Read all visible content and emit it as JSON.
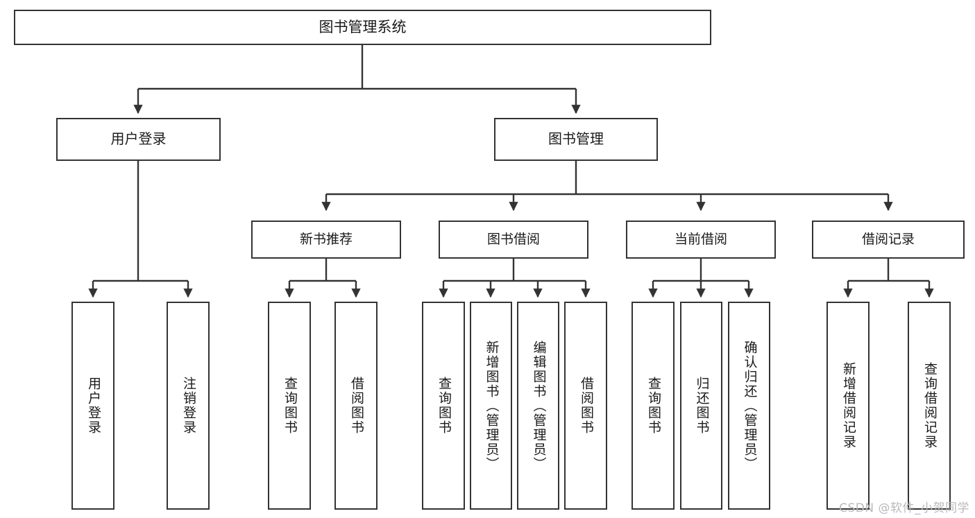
{
  "diagram": {
    "title": "图书管理系统",
    "watermark": "CSDN @软件_小贺同学",
    "colors": {
      "box_border": "#333333",
      "box_fill": "#ffffff",
      "connector": "#333333",
      "text": "#1a1a1a",
      "watermark": "#b9b9b9"
    },
    "nodes": {
      "root": {
        "label": "图书管理系统",
        "level": 0
      },
      "user_login": {
        "label": "用户登录",
        "level": 1
      },
      "book_manage": {
        "label": "图书管理",
        "level": 1
      },
      "new_book_rec": {
        "label": "新书推荐",
        "level": 2
      },
      "book_borrow": {
        "label": "图书借阅",
        "level": 2
      },
      "current_borrow": {
        "label": "当前借阅",
        "level": 2
      },
      "borrow_record": {
        "label": "借阅记录",
        "level": 2
      },
      "leaf_user_login": {
        "label": "用户登录",
        "level": 3
      },
      "leaf_user_logout": {
        "label": "注销登录",
        "level": 3
      },
      "leaf_query_book_1": {
        "label": "查询图书",
        "level": 3
      },
      "leaf_borrow_book_1": {
        "label": "借阅图书",
        "level": 3
      },
      "leaf_query_book_2": {
        "label": "查询图书",
        "level": 3
      },
      "leaf_add_book": {
        "label": "新增图书（管理员）",
        "level": 3
      },
      "leaf_edit_book": {
        "label": "编辑图书（管理员）",
        "level": 3
      },
      "leaf_borrow_book_2": {
        "label": "借阅图书",
        "level": 3
      },
      "leaf_query_book_3": {
        "label": "查询图书",
        "level": 3
      },
      "leaf_return_book": {
        "label": "归还图书",
        "level": 3
      },
      "leaf_confirm_return": {
        "label": "确认归还（管理员）",
        "level": 3
      },
      "leaf_add_record": {
        "label": "新增借阅记录",
        "level": 3
      },
      "leaf_query_record": {
        "label": "查询借阅记录",
        "level": 3
      }
    },
    "hierarchy": [
      {
        "label": "图书管理系统",
        "children": [
          {
            "label": "用户登录",
            "children": [
              {
                "label": "用户登录"
              },
              {
                "label": "注销登录"
              }
            ]
          },
          {
            "label": "图书管理",
            "children": [
              {
                "label": "新书推荐",
                "children": [
                  {
                    "label": "查询图书"
                  },
                  {
                    "label": "借阅图书"
                  }
                ]
              },
              {
                "label": "图书借阅",
                "children": [
                  {
                    "label": "查询图书"
                  },
                  {
                    "label": "新增图书（管理员）"
                  },
                  {
                    "label": "编辑图书（管理员）"
                  },
                  {
                    "label": "借阅图书"
                  }
                ]
              },
              {
                "label": "当前借阅",
                "children": [
                  {
                    "label": "查询图书"
                  },
                  {
                    "label": "归还图书"
                  },
                  {
                    "label": "确认归还（管理员）"
                  }
                ]
              },
              {
                "label": "借阅记录",
                "children": [
                  {
                    "label": "新增借阅记录"
                  },
                  {
                    "label": "查询借阅记录"
                  }
                ]
              }
            ]
          }
        ]
      }
    ]
  }
}
